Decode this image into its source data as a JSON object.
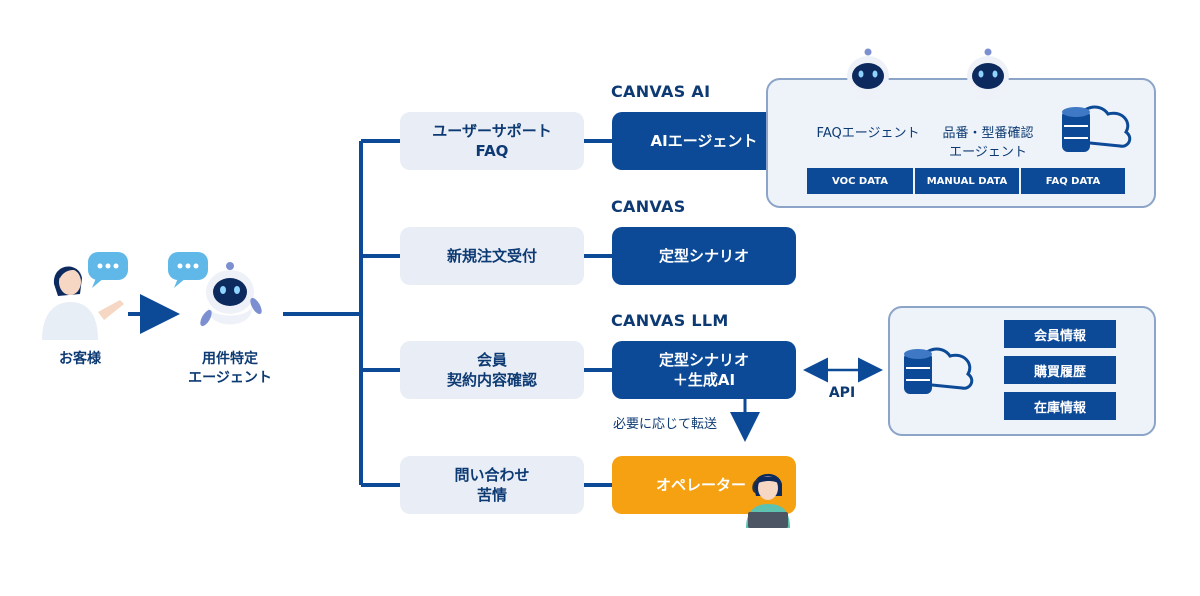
{
  "left": {
    "customer_label": "お客様",
    "agent_label_1": "用件特定",
    "agent_label_2": "エージェント"
  },
  "categories": [
    {
      "line1": "ユーザーサポート",
      "line2": "FAQ"
    },
    {
      "line1": "新規注文受付",
      "line2": ""
    },
    {
      "line1": "会員",
      "line2": "契約内容確認"
    },
    {
      "line1": "問い合わせ",
      "line2": "苦情"
    }
  ],
  "product_headings": [
    "CANVAS AI",
    "CANVAS",
    "CANVAS LLM"
  ],
  "solutions": [
    {
      "line1": "AIエージェント",
      "line2": ""
    },
    {
      "line1": "定型シナリオ",
      "line2": ""
    },
    {
      "line1": "定型シナリオ",
      "line2": "＋生成AI"
    },
    {
      "line1": "オペレーター",
      "line2": ""
    }
  ],
  "ai_panel": {
    "faq_agent": "FAQエージェント",
    "part_agent_1": "品番・型番確認",
    "part_agent_2": "エージェント",
    "data_tags": [
      "VOC DATA",
      "MANUAL DATA",
      "FAQ DATA"
    ]
  },
  "transfer_label": "必要に応じて転送",
  "api_label": "API",
  "db_panel": {
    "items": [
      "会員情報",
      "購買履歴",
      "在庫情報"
    ]
  },
  "colors": {
    "navy": "#0c4a97",
    "light": "#e9eef6",
    "orange": "#f5a111",
    "bubble": "#5fb8e8",
    "robot": "#0d2a5e"
  }
}
